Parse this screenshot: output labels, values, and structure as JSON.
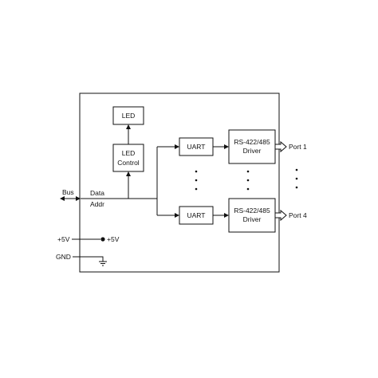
{
  "blocks": {
    "led": "LED",
    "led_control": [
      "LED",
      "Control"
    ],
    "uart_top": "UART",
    "uart_bottom": "UART",
    "driver_top": [
      "RS-422/485",
      "Driver"
    ],
    "driver_bottom": [
      "RS-422/485",
      "Driver"
    ]
  },
  "labels": {
    "bus": "Bus",
    "data": "Data",
    "addr": "Addr",
    "port_1": "Port 1",
    "port_4": "Port 4",
    "v5_left": "+5V",
    "v5_right": "+5V",
    "gnd": "GND"
  },
  "colors": {
    "stroke": "#111111",
    "background": "#ffffff"
  }
}
